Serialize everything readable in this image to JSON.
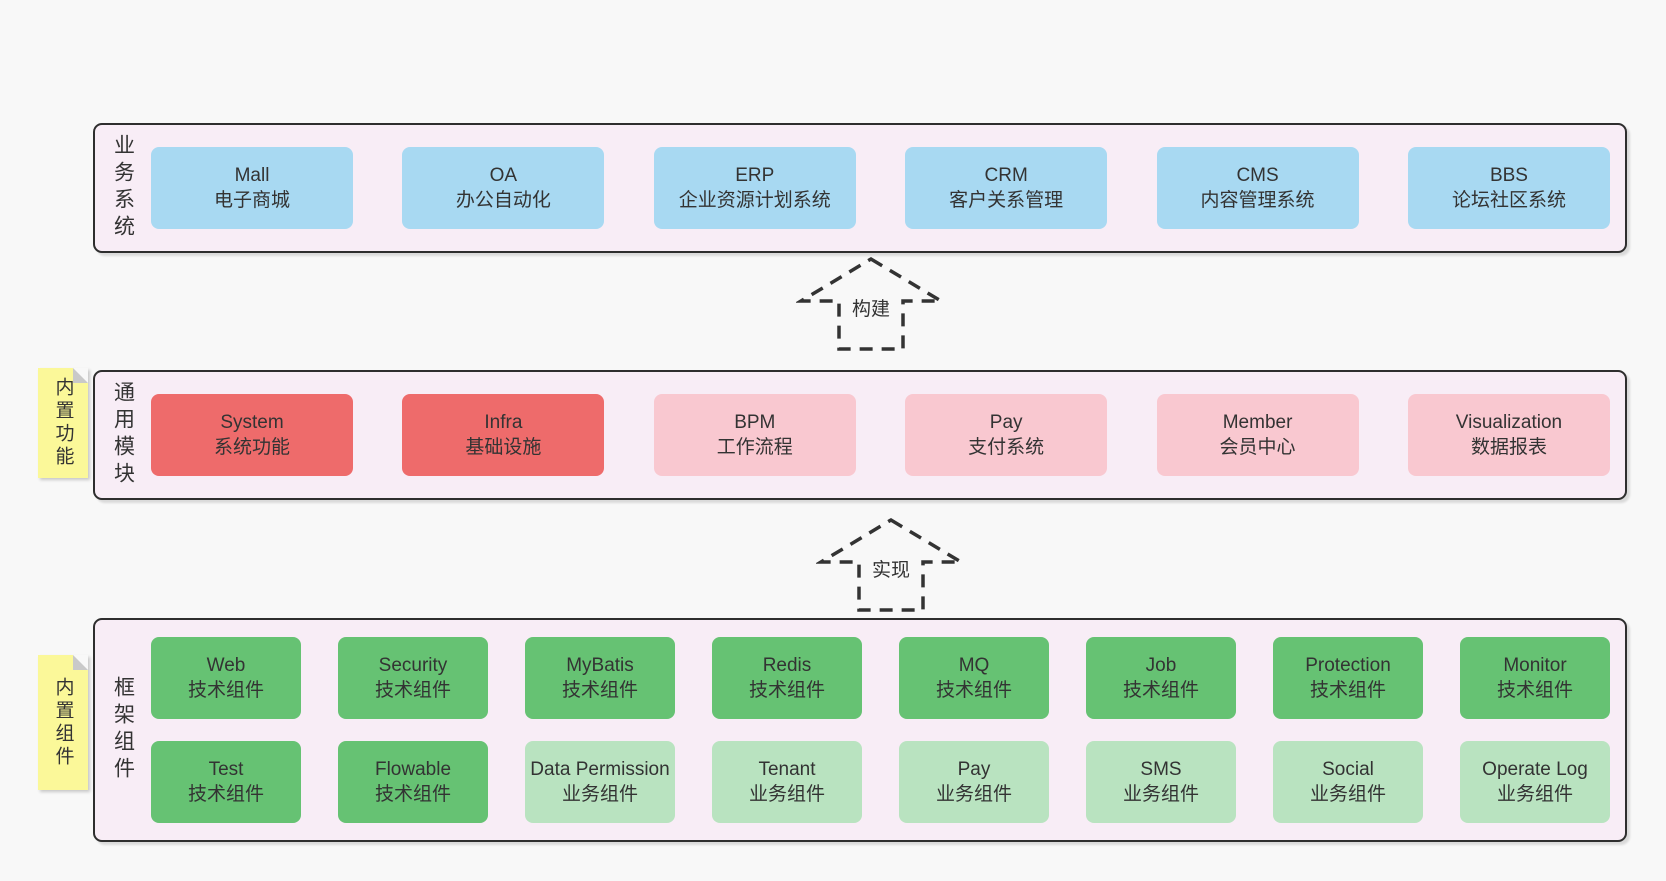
{
  "colors": {
    "page_bg": "#f8f8f8",
    "band_bg": "#f8edf6",
    "band_border": "#2e2e2e",
    "box_blue": "#a8d9f2",
    "box_red": "#ee6b6b",
    "box_pink": "#f9c8d0",
    "box_green": "#66c273",
    "box_light_green": "#b9e3c0",
    "note_yellow": "#fbf899",
    "arrow_stroke": "#333333"
  },
  "band1": {
    "label": "业务系统",
    "boxes": [
      {
        "name": "Mall",
        "desc": "电子商城"
      },
      {
        "name": "OA",
        "desc": "办公自动化"
      },
      {
        "name": "ERP",
        "desc": "企业资源计划系统"
      },
      {
        "name": "CRM",
        "desc": "客户关系管理"
      },
      {
        "name": "CMS",
        "desc": "内容管理系统"
      },
      {
        "name": "BBS",
        "desc": "论坛社区系统"
      }
    ]
  },
  "band2": {
    "label": "通用模块",
    "note": "内置功能",
    "boxes": [
      {
        "name": "System",
        "desc": "系统功能"
      },
      {
        "name": "Infra",
        "desc": "基础设施"
      },
      {
        "name": "BPM",
        "desc": "工作流程"
      },
      {
        "name": "Pay",
        "desc": "支付系统"
      },
      {
        "name": "Member",
        "desc": "会员中心"
      },
      {
        "name": "Visualization",
        "desc": "数据报表"
      }
    ]
  },
  "band3": {
    "label": "框架组件",
    "note": "内置组件",
    "row1": [
      {
        "name": "Web",
        "desc": "技术组件"
      },
      {
        "name": "Security",
        "desc": "技术组件"
      },
      {
        "name": "MyBatis",
        "desc": "技术组件"
      },
      {
        "name": "Redis",
        "desc": "技术组件"
      },
      {
        "name": "MQ",
        "desc": "技术组件"
      },
      {
        "name": "Job",
        "desc": "技术组件"
      },
      {
        "name": "Protection",
        "desc": "技术组件"
      },
      {
        "name": "Monitor",
        "desc": "技术组件"
      }
    ],
    "row2": [
      {
        "name": "Test",
        "desc": "技术组件"
      },
      {
        "name": "Flowable",
        "desc": "技术组件"
      },
      {
        "name": "Data Permission",
        "desc": "业务组件"
      },
      {
        "name": "Tenant",
        "desc": "业务组件"
      },
      {
        "name": "Pay",
        "desc": "业务组件"
      },
      {
        "name": "SMS",
        "desc": "业务组件"
      },
      {
        "name": "Social",
        "desc": "业务组件"
      },
      {
        "name": "Operate Log",
        "desc": "业务组件"
      }
    ]
  },
  "arrows": {
    "a1": "构建",
    "a2": "实现"
  }
}
